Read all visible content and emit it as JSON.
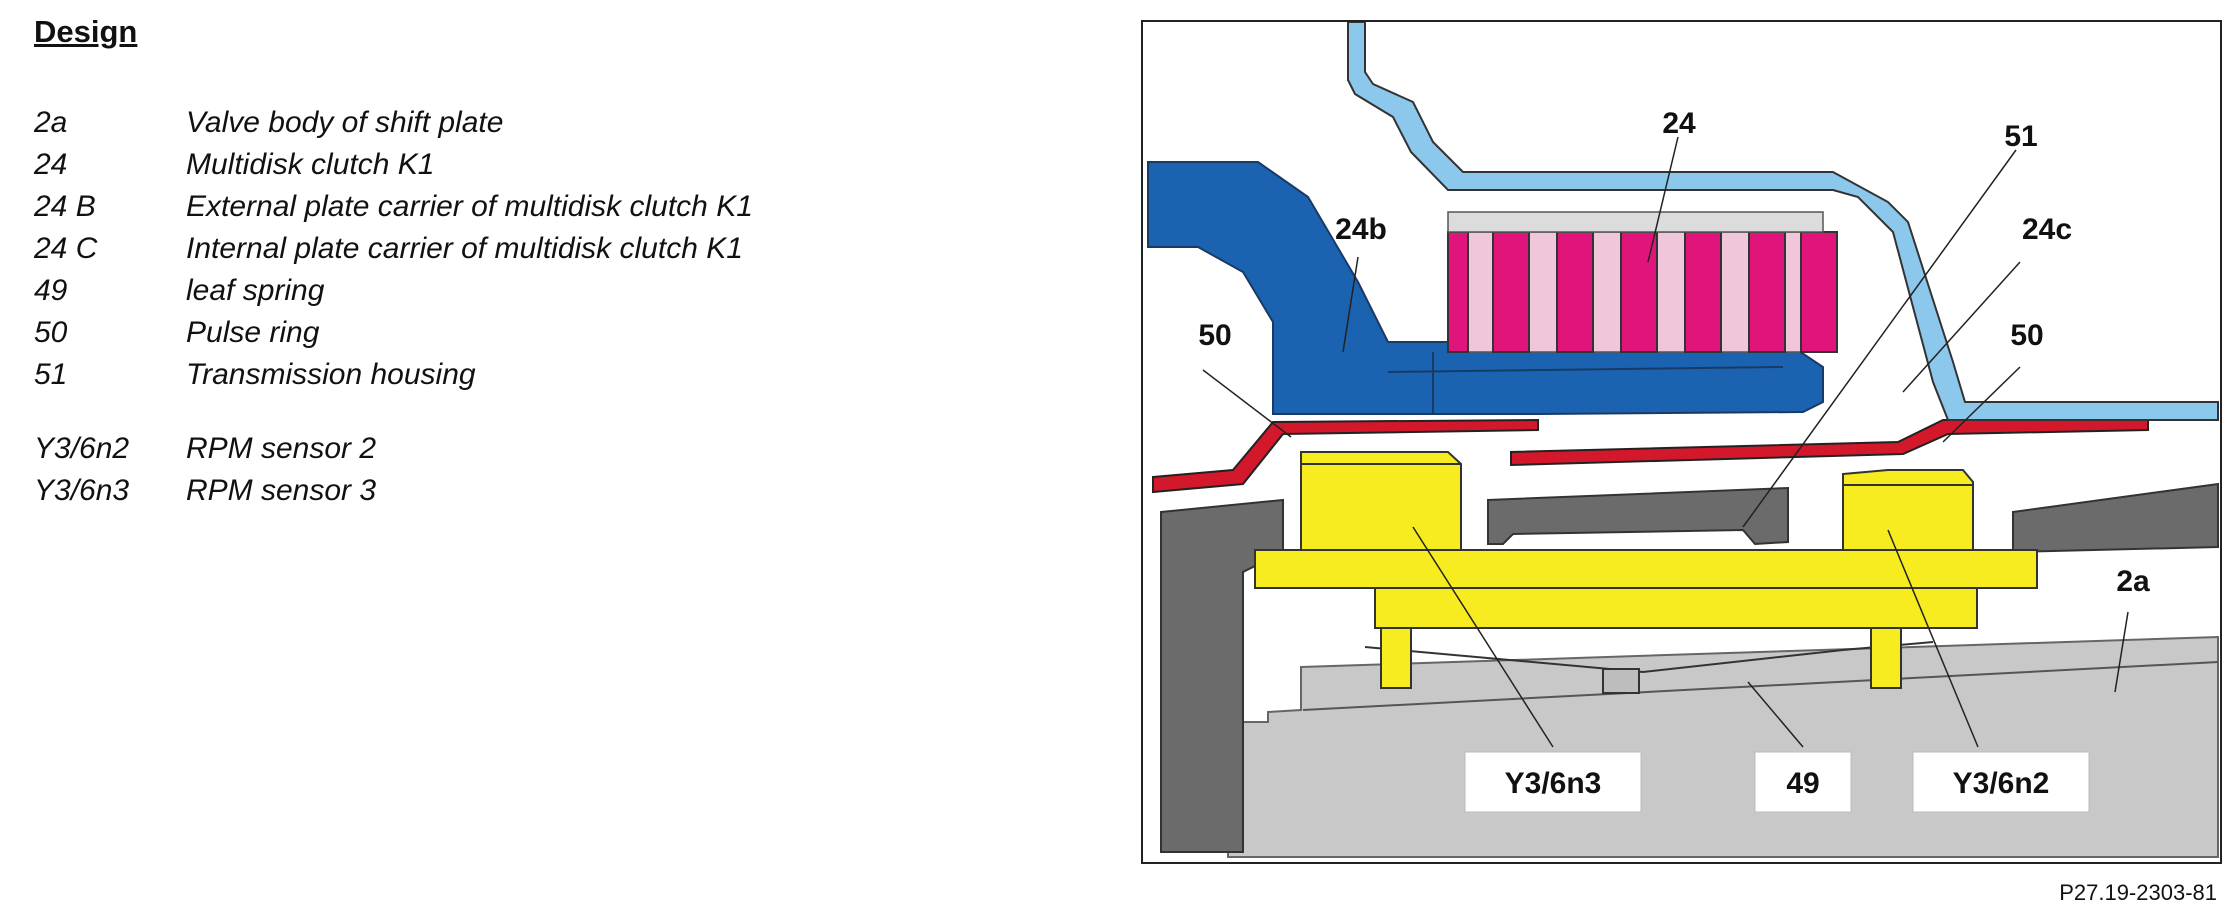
{
  "heading": "Design",
  "legend": {
    "group1": [
      {
        "code": "2a",
        "text": "Valve body of shift plate"
      },
      {
        "code": "24",
        "text": "Multidisk clutch K1"
      },
      {
        "code": "24 B",
        "text": "External plate carrier of multidisk clutch K1"
      },
      {
        "code": "24 C",
        "text": "Internal plate carrier of multidisk clutch K1"
      },
      {
        "code": "49",
        "text": "leaf spring"
      },
      {
        "code": "50",
        "text": "Pulse ring"
      },
      {
        "code": "51",
        "text": "Transmission housing"
      }
    ],
    "group2": [
      {
        "code": "Y3/6n2",
        "text": "RPM sensor 2"
      },
      {
        "code": "Y3/6n3",
        "text": "RPM sensor 3"
      }
    ]
  },
  "diagram": {
    "callouts": {
      "c24": "24",
      "c51": "51",
      "c24b": "24b",
      "c24c": "24c",
      "c50_left": "50",
      "c50_right": "50",
      "c2a": "2a",
      "y3_6n3": "Y3/6n3",
      "c49": "49",
      "y3_6n2": "Y3/6n2"
    },
    "colors": {
      "housing": "#6b6b6b",
      "valve_body": "#c8c8c8",
      "sensor": "#f7ec1f",
      "external_carrier": "#1b63b0",
      "internal_carrier": "#8cc7ec",
      "clutch_disk": "#e0147a",
      "pulse_ring": "#d3182b"
    }
  },
  "figure_ref": "P27.19-2303-81"
}
